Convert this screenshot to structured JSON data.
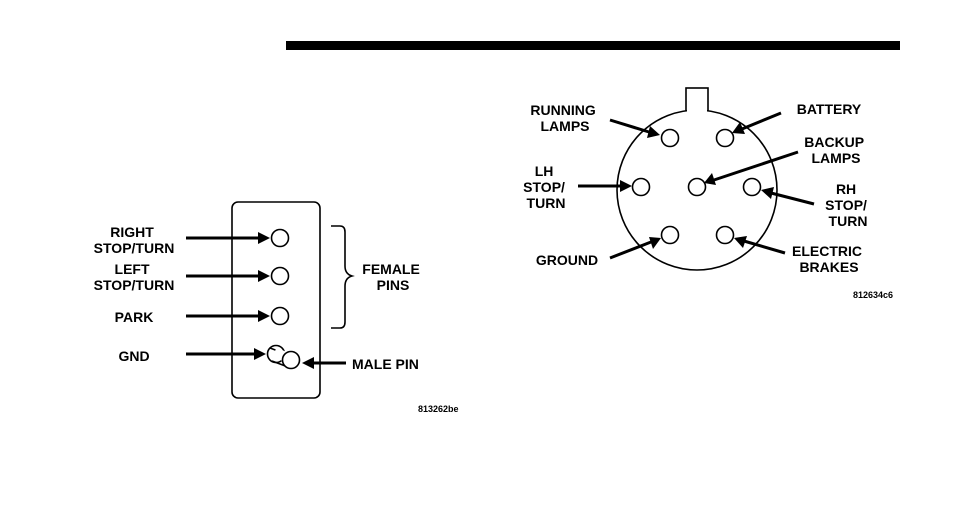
{
  "header_rule_color": "#000000",
  "four_pin": {
    "pin_labels": {
      "right_stop_turn": [
        "RIGHT",
        "STOP/TURN"
      ],
      "left_stop_turn": [
        "LEFT",
        "STOP/TURN"
      ],
      "park": "PARK",
      "gnd": "GND"
    },
    "female_pins_label": [
      "FEMALE",
      "PINS"
    ],
    "male_pin_label": "MALE PIN",
    "figure_code": "813262be"
  },
  "seven_pin": {
    "pin_labels": {
      "running_lamps": [
        "RUNNING",
        "LAMPS"
      ],
      "battery": "BATTERY",
      "backup_lamps": [
        "BACKUP",
        "LAMPS"
      ],
      "lh_stop_turn": [
        "LH",
        "STOP/",
        "TURN"
      ],
      "rh_stop_turn": [
        "RH",
        "STOP/",
        "TURN"
      ],
      "ground": "GROUND",
      "electric_brakes": [
        "ELECTRIC",
        "BRAKES"
      ]
    },
    "figure_code": "812634c6"
  }
}
